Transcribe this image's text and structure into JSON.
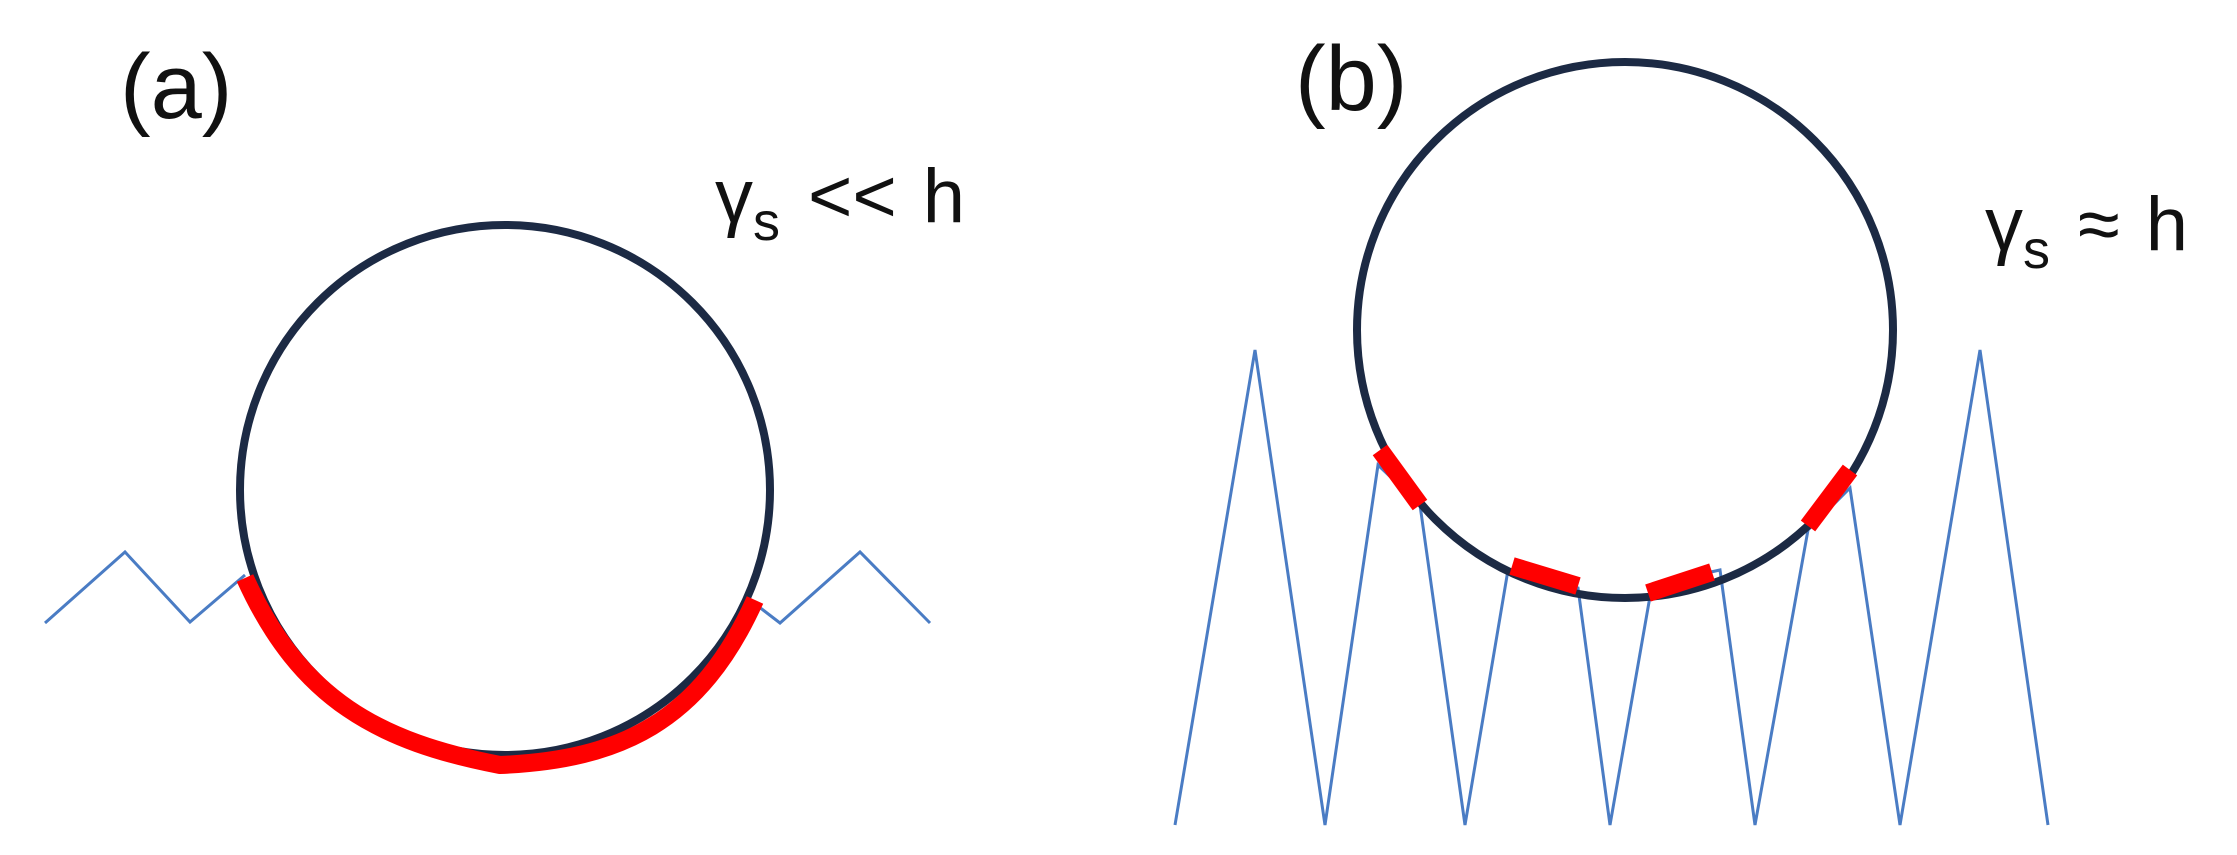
{
  "panels": [
    {
      "label": "(a)",
      "relation": {
        "symbol": "γ",
        "subscript": "s",
        "operator": "<<",
        "rhs": "h"
      }
    },
    {
      "label": "(b)",
      "relation": {
        "symbol": "γ",
        "subscript": "s",
        "operator": "≈",
        "rhs": "h"
      }
    }
  ],
  "colors": {
    "circle": "#1c2a44",
    "contact": "#ff0000",
    "surface": "#4a7cc4",
    "text": "#111111"
  }
}
